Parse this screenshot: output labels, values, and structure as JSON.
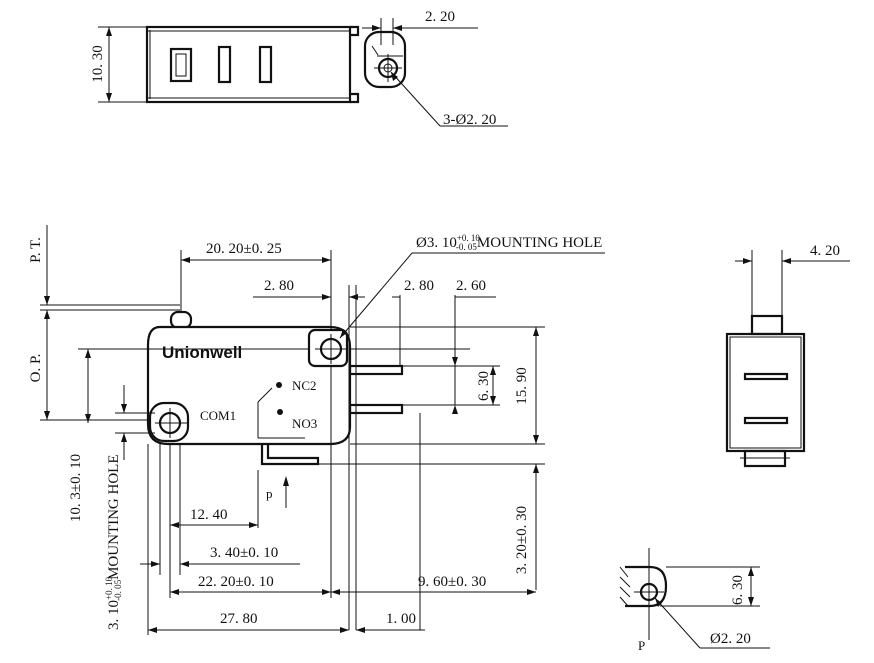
{
  "brand": "Unionwell",
  "top_view": {
    "height_dim": "10. 30",
    "lever_offset_dim": "2. 20",
    "hole_callout": "3-Ø2. 20"
  },
  "front_view": {
    "pt_label": "P. T.",
    "op_label": "O. P.",
    "dim_20_20": "20. 20±0. 25",
    "mounting_hole_dia": "Ø3. 10",
    "mounting_hole_tol_upper": "+0. 10",
    "mounting_hole_tol_lower": "-0. 05",
    "mounting_hole_text": "MOUNTING HOLE",
    "dim_2_80_left": "2. 80",
    "dim_2_80_right": "2. 80",
    "dim_2_60": "2. 60",
    "dim_6_30": "6. 30",
    "dim_15_90": "15. 90",
    "terminal_nc": "NC2",
    "terminal_no": "NO3",
    "terminal_com": "COM1",
    "dim_10_3": "10. 3±0. 10",
    "left_mounting_hole": "3. 10",
    "left_mounting_hole_tol_upper": "+0. 10",
    "left_mounting_hole_tol_lower": "-0. 05",
    "left_mounting_hole_text": "MOUNTING HOLE",
    "force_label": "p",
    "dim_12_40": "12. 40",
    "dim_3_40": "3. 40±0. 10",
    "dim_22_20": "22. 20±0. 10",
    "dim_9_60": "9. 60±0. 30",
    "dim_3_20": "3. 20±0. 30",
    "dim_27_80": "27. 80",
    "dim_1_00": "1. 00"
  },
  "side_view": {
    "width_dim": "4. 20"
  },
  "detail_view": {
    "height_dim": "6. 30",
    "hole_dim": "Ø2. 20",
    "p_label": "P"
  }
}
